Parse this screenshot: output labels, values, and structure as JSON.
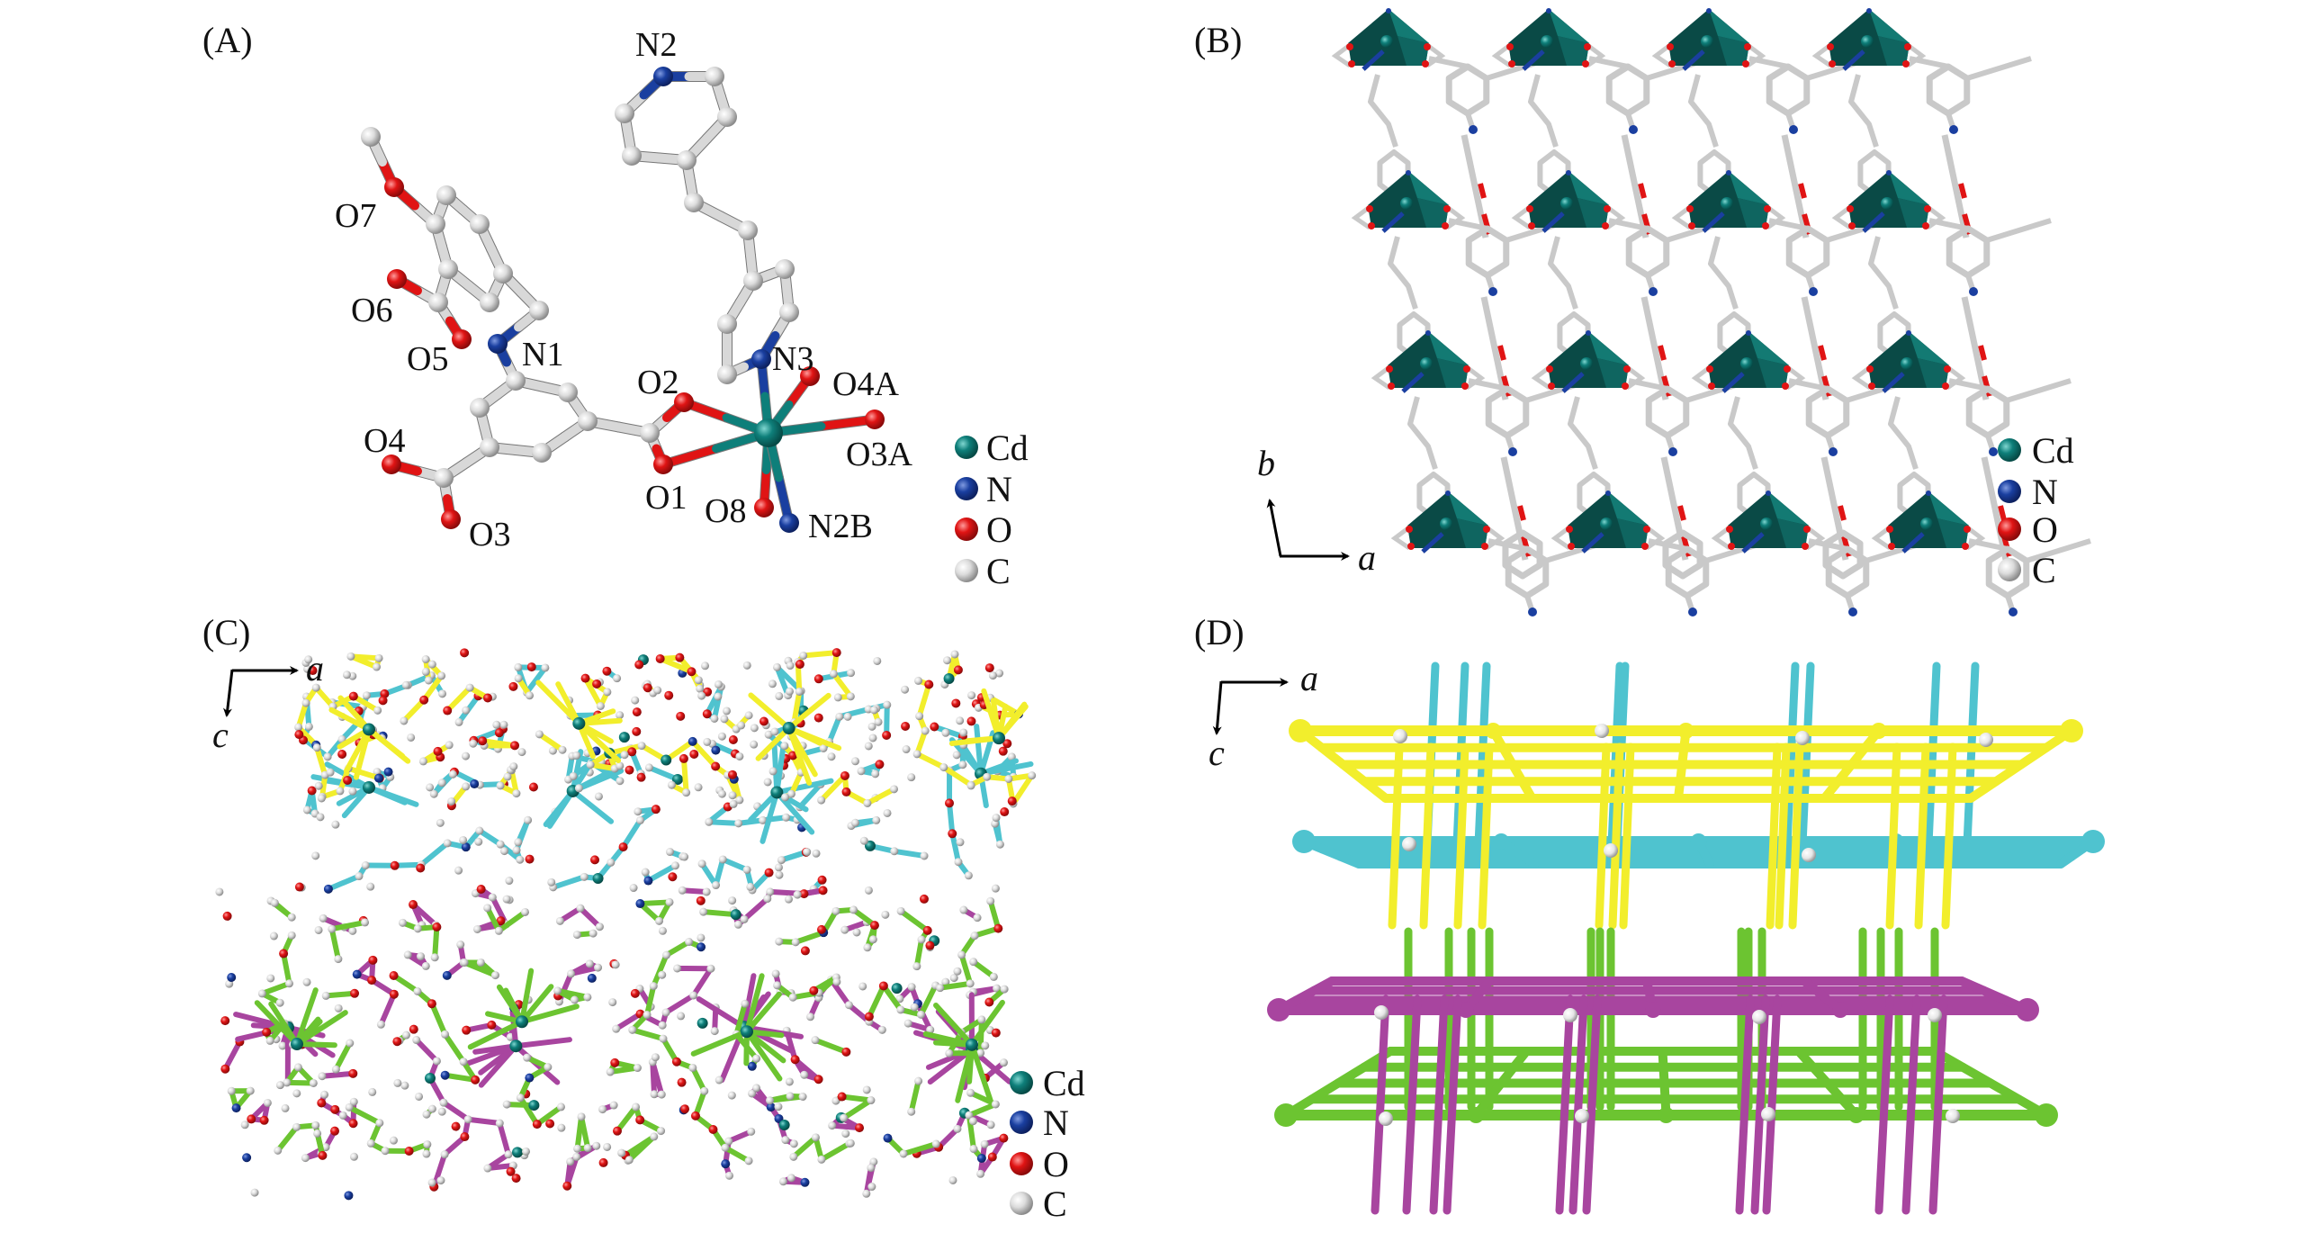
{
  "figure": {
    "panels": [
      {
        "id": "A",
        "label": "(A)"
      },
      {
        "id": "B",
        "label": "(B)"
      },
      {
        "id": "C",
        "label": "(C)"
      },
      {
        "id": "D",
        "label": "(D)"
      }
    ]
  },
  "panel_a": {
    "atom_labels": {
      "N2": "N2",
      "O7": "O7",
      "O6": "O6",
      "O5": "O5",
      "N1": "N1",
      "O2": "O2",
      "N3": "N3",
      "O4A": "O4A",
      "O3A": "O3A",
      "O4": "O4",
      "O3": "O3",
      "O1": "O1",
      "O8": "O8",
      "N2B": "N2B"
    }
  },
  "legend": {
    "items": [
      {
        "element": "Cd",
        "label": "Cd",
        "color": "#0e7f7a"
      },
      {
        "element": "N",
        "label": "N",
        "color": "#1a3fa0"
      },
      {
        "element": "O",
        "label": "O",
        "color": "#e01414"
      },
      {
        "element": "C",
        "label": "C",
        "color": "#d8d8d8"
      }
    ]
  },
  "axes": {
    "panel_b": {
      "vertical": "b",
      "horizontal": "a"
    },
    "panel_c": {
      "horizontal": "a",
      "vertical": "c"
    },
    "panel_d": {
      "horizontal": "a",
      "vertical": "c"
    }
  },
  "colors": {
    "cd": "#0e7f7a",
    "n": "#1a3fa0",
    "o": "#e01414",
    "c": "#d8d8d8",
    "polyhedron_dark": "#0a4a46",
    "polyhedron_light": "#137a73",
    "net_yellow": "#f2ee2c",
    "net_cyan": "#4fc3cf",
    "net_magenta": "#a8459f",
    "net_green": "#6cc431"
  }
}
